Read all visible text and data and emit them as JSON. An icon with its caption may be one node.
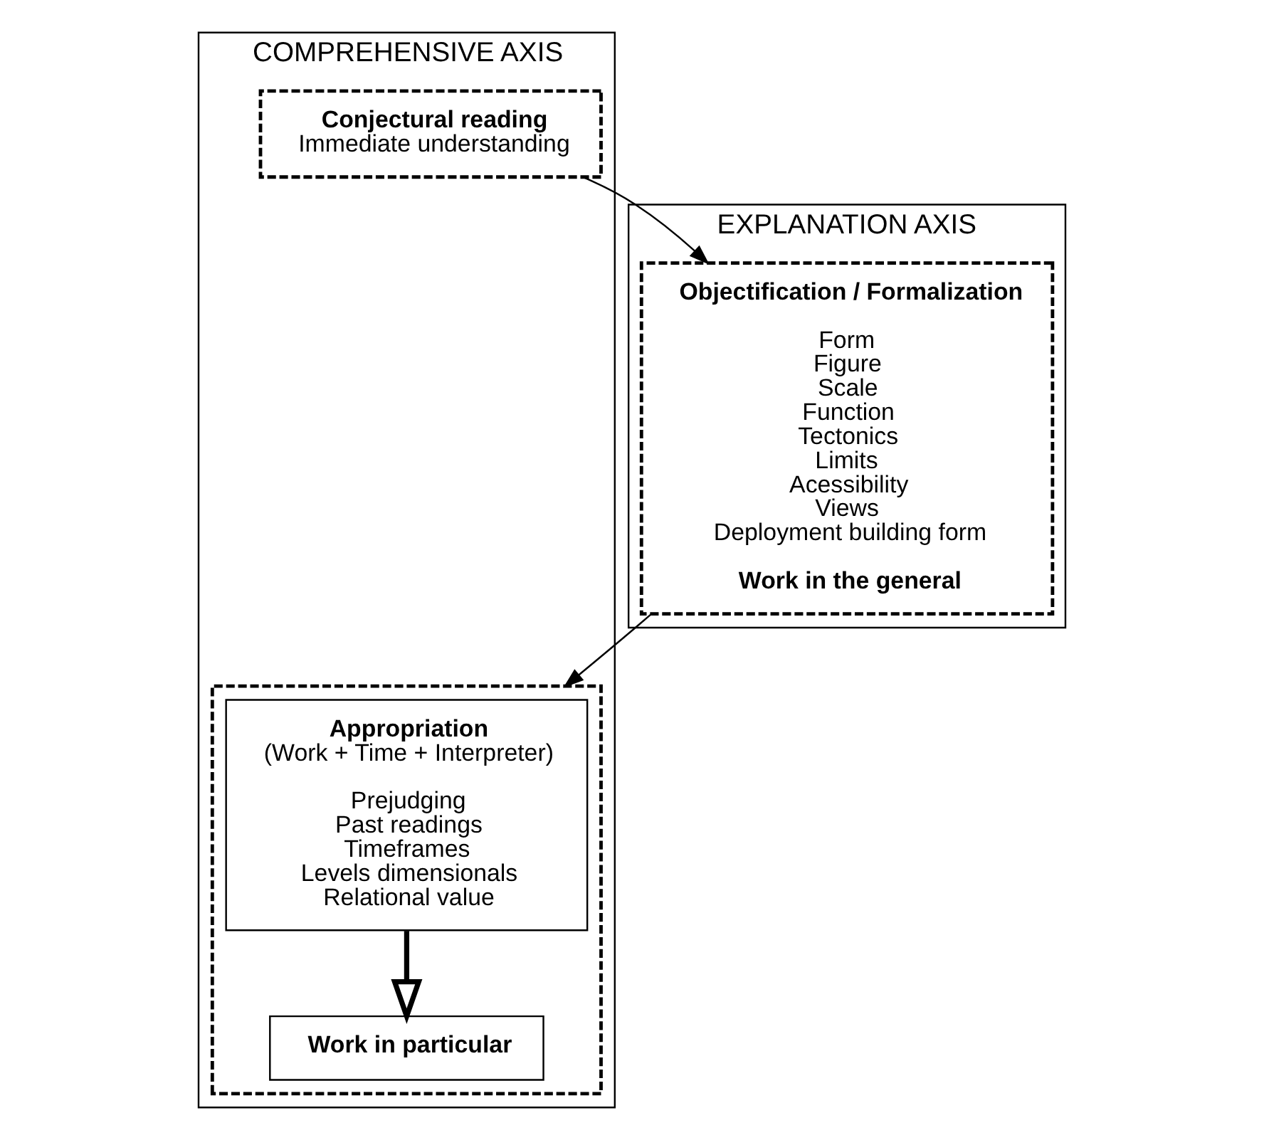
{
  "diagram": {
    "nodes": [
      {
        "text": [
          "COMPREHENSIVE AXIS"
        ]
      },
      {
        "text": [
          "Conjectural reading",
          "Immediate understanding"
        ],
        "in": 0
      },
      {
        "text": [],
        "shape": "box",
        "in": 0
      },
      {
        "text": [
          "Appropriation",
          "(Work + Time + Interpreter)",
          "Prejudging",
          "Past readings",
          "Timeframes",
          "Levels dimensionals",
          "Relational value"
        ],
        "in": 2
      },
      {
        "text": [
          "Work in particular"
        ],
        "in": 2
      },
      {
        "text": [
          "EXPLANATION AXIS"
        ]
      },
      {
        "text": [
          "Objectification / Formalization",
          "Form",
          "Figure",
          "Scale",
          "Function",
          "Tectonics",
          "Limits",
          "Acessibility",
          "Views",
          "Deployment building form",
          "Work in the general"
        ],
        "in": 5
      }
    ],
    "edges": [
      {
        "from": 1,
        "to": 6,
        "arrow": "to"
      },
      {
        "from": 6,
        "to": 2,
        "arrow": "to"
      },
      {
        "from": 3,
        "to": 4,
        "arrow": "to",
        "style": "thick"
      }
    ]
  }
}
